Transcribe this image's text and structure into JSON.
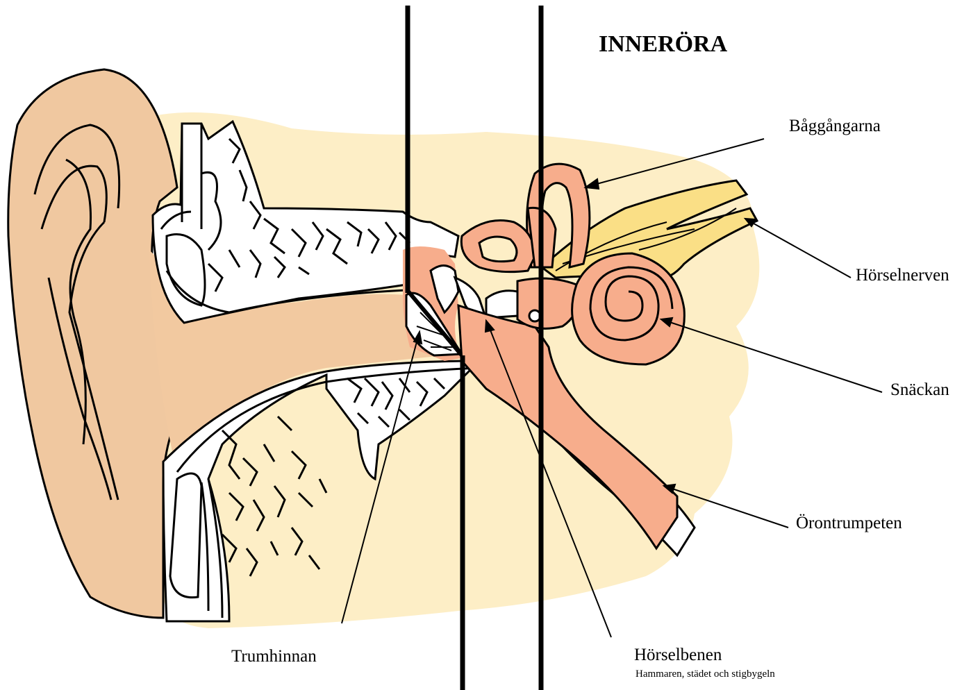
{
  "title": "INNERÖRA",
  "labels": {
    "semicircular_canals": "Båggångarna",
    "auditory_nerve": "Hörselnerven",
    "cochlea": "Snäckan",
    "eustachian_tube": "Örontrumpeten",
    "eardrum": "Trumhinnan",
    "ossicles": "Hörselbenen",
    "ossicles_sub": "Hammaren, städet och stigbygeln"
  },
  "colors": {
    "background_tissue": "#fdeec6",
    "outer_ear": "#f0c8a0",
    "canal": "#f2c9a0",
    "inner_ear": "#f7ad8c",
    "nerve": "#fadf86",
    "bone": "#ffffff",
    "outline": "#000000"
  }
}
